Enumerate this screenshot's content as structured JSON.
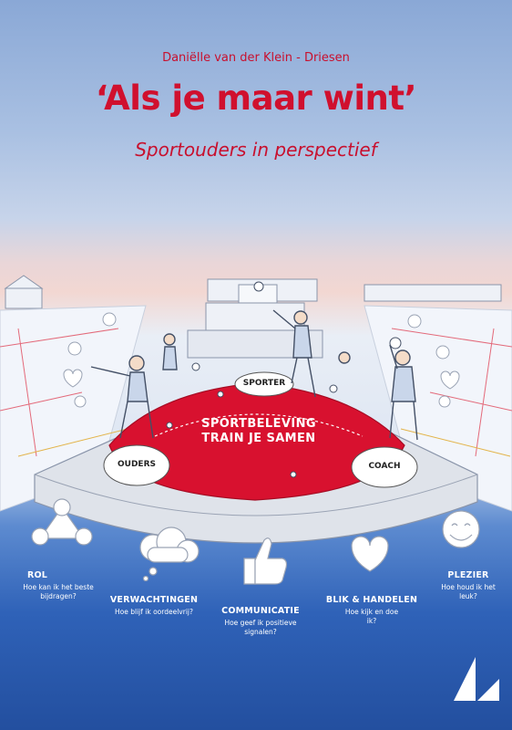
{
  "cover": {
    "author": "Daniëlle van der Klein - Driesen",
    "title": "‘Als je maar wint’",
    "subtitle": "Sportouders in perspectief"
  },
  "diagram": {
    "center_line1": "SPORTBELEVING",
    "center_line2": "TRAIN JE SAMEN",
    "nodes": {
      "sporter": "SPORTER",
      "ouders": "OUDERS",
      "coach": "COACH"
    }
  },
  "themes": [
    {
      "title": "ROL",
      "question": "Hoe kan ik het beste bijdragen?",
      "icon": "triangle-people-icon"
    },
    {
      "title": "VERWACHTINGEN",
      "question": "Hoe blijf ik oordeelvrij?",
      "icon": "thought-cloud-icon"
    },
    {
      "title": "COMMUNICATIE",
      "question": "Hoe geef ik positieve signalen?",
      "icon": "thumbs-up-icon"
    },
    {
      "title": "BLIK & HANDELEN",
      "question": "Hoe kijk en doe ik?",
      "icon": "heart-icon"
    },
    {
      "title": "PLEZIER",
      "question": "Hoe houd ik het leuk?",
      "icon": "smiley-icon"
    }
  ],
  "colors": {
    "accent": "#d0102e",
    "platform_red": "#d8112f",
    "sky": "#a9c0e2",
    "floor": "#2f62b8"
  }
}
